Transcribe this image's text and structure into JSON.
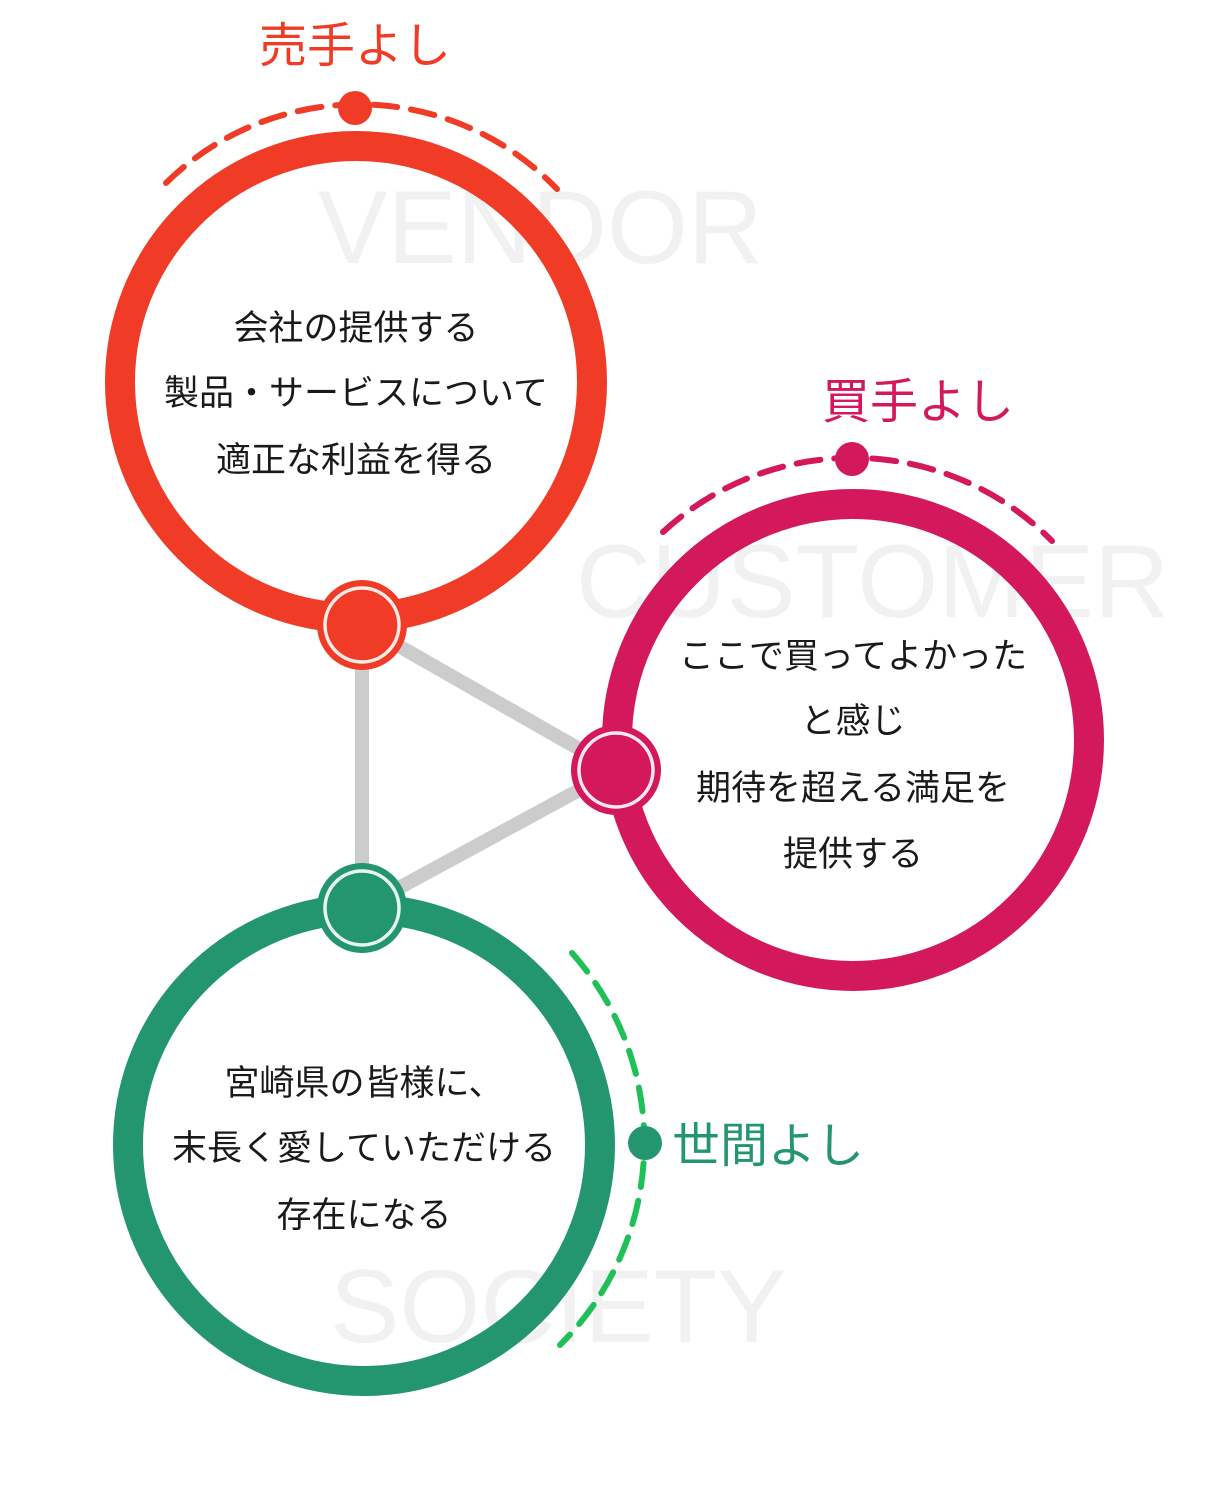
{
  "colors": {
    "vendor": "#f03c27",
    "customer": "#d3185c",
    "society": "#239670",
    "society_arc": "#1fc058",
    "connector": "#cccccc",
    "watermark": "#f1f1f1"
  },
  "vendor": {
    "heading": "売手よし",
    "watermark": "VENDOR",
    "lines": [
      "会社の提供する",
      "製品・サービスについて",
      "適正な利益を得る"
    ]
  },
  "customer": {
    "heading": "買手よし",
    "watermark": "CUSTOMER",
    "lines": [
      "ここで買ってよかった",
      "と感じ",
      "期待を超える満足を",
      "提供する"
    ]
  },
  "society": {
    "heading": "世間よし",
    "watermark": "SOCIETY",
    "lines": [
      "宮崎県の皆様に、",
      "末長く愛していただける",
      "存在になる"
    ]
  }
}
